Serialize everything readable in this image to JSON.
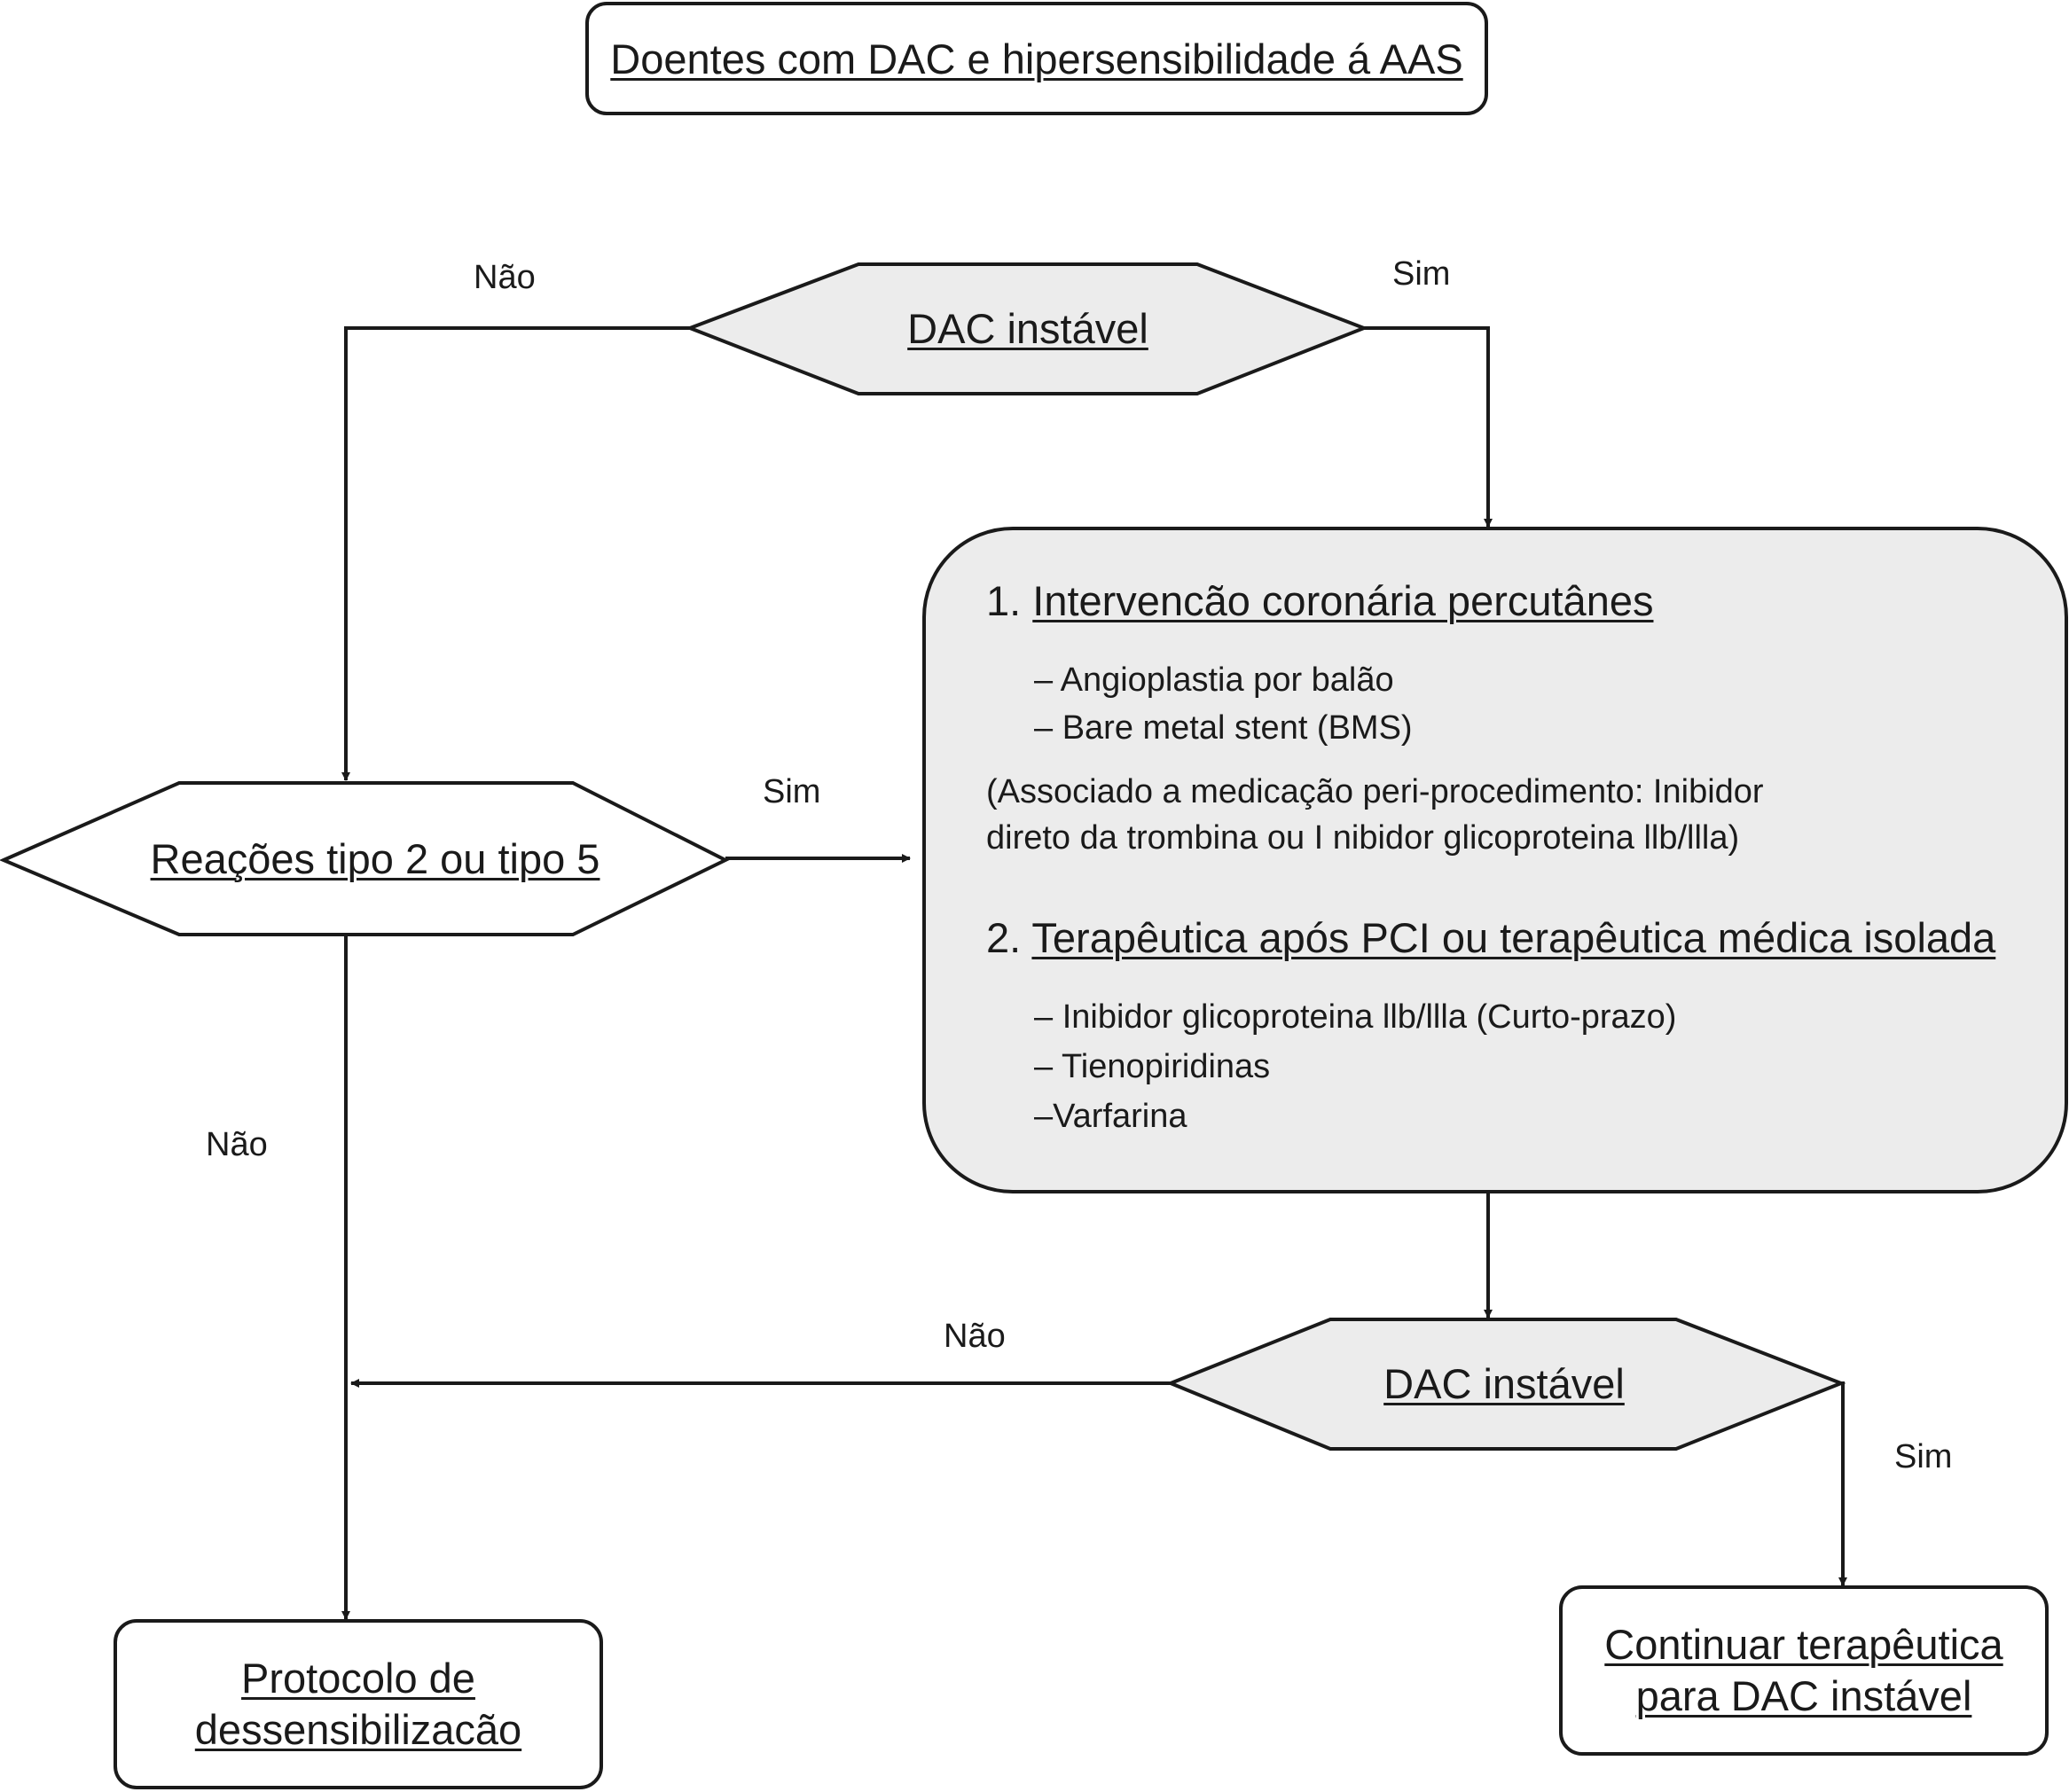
{
  "title": "Doentes com DAC e hipersensibilidade á AAS",
  "decision_top": "DAC instável",
  "decision_reactions": "Reações tipo 2 ou tipo 5",
  "decision_bottom": "DAC instável",
  "labels": {
    "top_no": "Não",
    "top_yes": "Sim",
    "reactions_yes": "Sim",
    "reactions_no": "Não",
    "bottom_no": "Não",
    "bottom_yes": "Sim"
  },
  "treatment": {
    "section1": {
      "number": "1.",
      "heading": "Intervencão coronária percutânes",
      "items": [
        "– Angioplastia por balão",
        "– Bare metal stent (BMS)"
      ],
      "note_lines": [
        "(Associado a medicação peri-procedimento: Inibidor",
        "direto da trombina ou I nibidor glicoproteina llb/llla)"
      ]
    },
    "section2": {
      "number": "2.",
      "heading": "Terapêutica após PCI ou terapêutica médica isolada",
      "items": [
        "– Inibidor glicoproteina llb/llla (Curto-prazo)",
        "– Tienopiridinas",
        "–Varfarina"
      ]
    }
  },
  "outcome_desensitization": "Protocolo de dessensibilizacão",
  "outcome_continue": "Continuar terapêutica para DAC instável"
}
